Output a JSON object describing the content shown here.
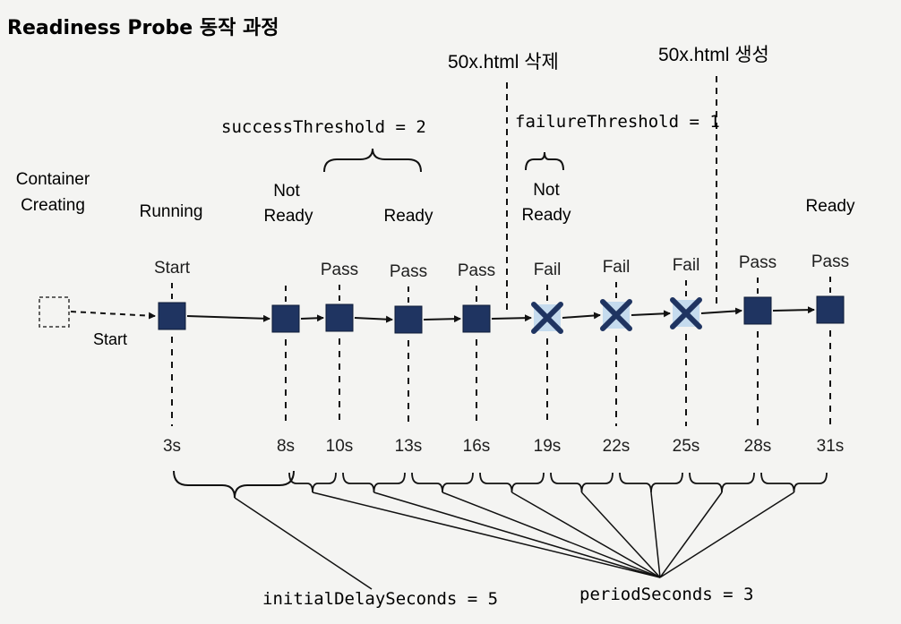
{
  "title": "Readiness Probe 동작 과정",
  "annotations": {
    "delete_event": "50x.html 삭제",
    "create_event": "50x.html 생성",
    "success_threshold": "successThreshold = 2",
    "failure_threshold": "failureThreshold = 1",
    "initial_delay": "initialDelaySeconds = 5",
    "period": "periodSeconds = 3"
  },
  "states": {
    "container_creating": [
      "Container",
      "Creating"
    ],
    "running": "Running",
    "not_ready_1": [
      "Not",
      "Ready"
    ],
    "ready_1": "Ready",
    "not_ready_2": [
      "Not",
      "Ready"
    ],
    "ready_2": "Ready"
  },
  "start_arrow_label": "Start",
  "probes": [
    {
      "label": "Start",
      "time": "3s",
      "kind": "box"
    },
    {
      "label": "",
      "time": "8s",
      "kind": "box"
    },
    {
      "label": "Pass",
      "time": "10s",
      "kind": "box"
    },
    {
      "label": "Pass",
      "time": "13s",
      "kind": "box"
    },
    {
      "label": "Pass",
      "time": "16s",
      "kind": "box"
    },
    {
      "label": "Fail",
      "time": "19s",
      "kind": "fail"
    },
    {
      "label": "Fail",
      "time": "22s",
      "kind": "fail"
    },
    {
      "label": "Fail",
      "time": "25s",
      "kind": "fail"
    },
    {
      "label": "Pass",
      "time": "28s",
      "kind": "box"
    },
    {
      "label": "Pass",
      "time": "31s",
      "kind": "box"
    }
  ],
  "colors": {
    "box": "#1f3461",
    "fail_bg": "#c5dbee",
    "line": "#111111",
    "text": "#1e1e1e"
  }
}
